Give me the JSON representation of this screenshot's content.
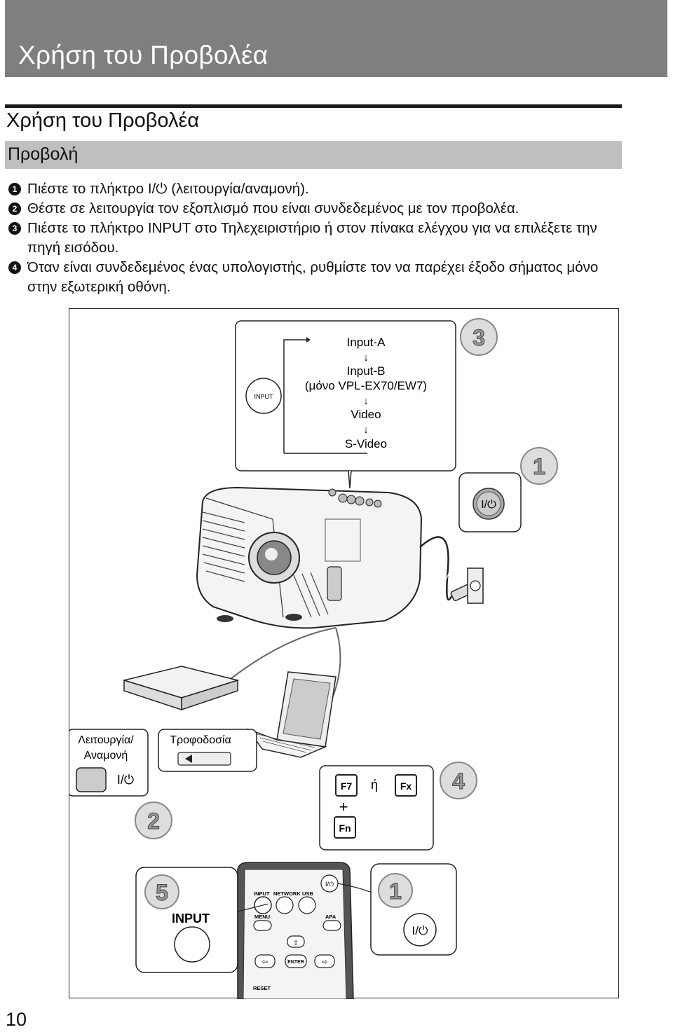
{
  "header": {
    "title": "Χρήση του Προβολέα"
  },
  "section": {
    "title": "Χρήση του Προβολέα",
    "subsection": "Προβολή"
  },
  "steps": [
    {
      "num": "1",
      "text": "Πιέστε το πλήκτρο I/⏻ (λειτουργία/αναμονή)."
    },
    {
      "num": "2",
      "text": "Θέστε σε λειτουργία τον εξοπλισμό που είναι συνδεδεμένος με τον προβολέα."
    },
    {
      "num": "3",
      "text": "Πιέστε το πλήκτρο INPUT στο Τηλεχειριστήριο ή στον πίνακα ελέγχου για να επιλέξετε την πηγή εισόδου."
    },
    {
      "num": "4",
      "text": "Όταν είναι συνδεδεμένος ένας υπολογιστής, ρυθμίστε τον να παρέχει έξοδο σήματος μόνο στην εξωτερική οθόνη."
    }
  ],
  "figure": {
    "input_button": "INPUT",
    "input_list": [
      "Input-A",
      "Input-B",
      "(μόνο VPL-EX70/EW7)",
      "Video",
      "S-Video"
    ],
    "callouts": [
      "3",
      "1",
      "2",
      "4",
      "5",
      "1"
    ],
    "power_symbol": "I/⏻",
    "standby_label_1": "Λειτουργία/",
    "standby_label_2": "Αναμονή",
    "power_supply_label": "Τροφοδοσία",
    "key_f7": "F7",
    "or_text": "ή",
    "key_fx": "Fx",
    "plus": "+",
    "key_fn": "Fn",
    "remote_input_big": "INPUT",
    "remote_labels": [
      "INPUT",
      "NETWORK",
      "USB",
      "MENU",
      "APA",
      "ENTER",
      "RESET"
    ]
  },
  "page_number": "10"
}
